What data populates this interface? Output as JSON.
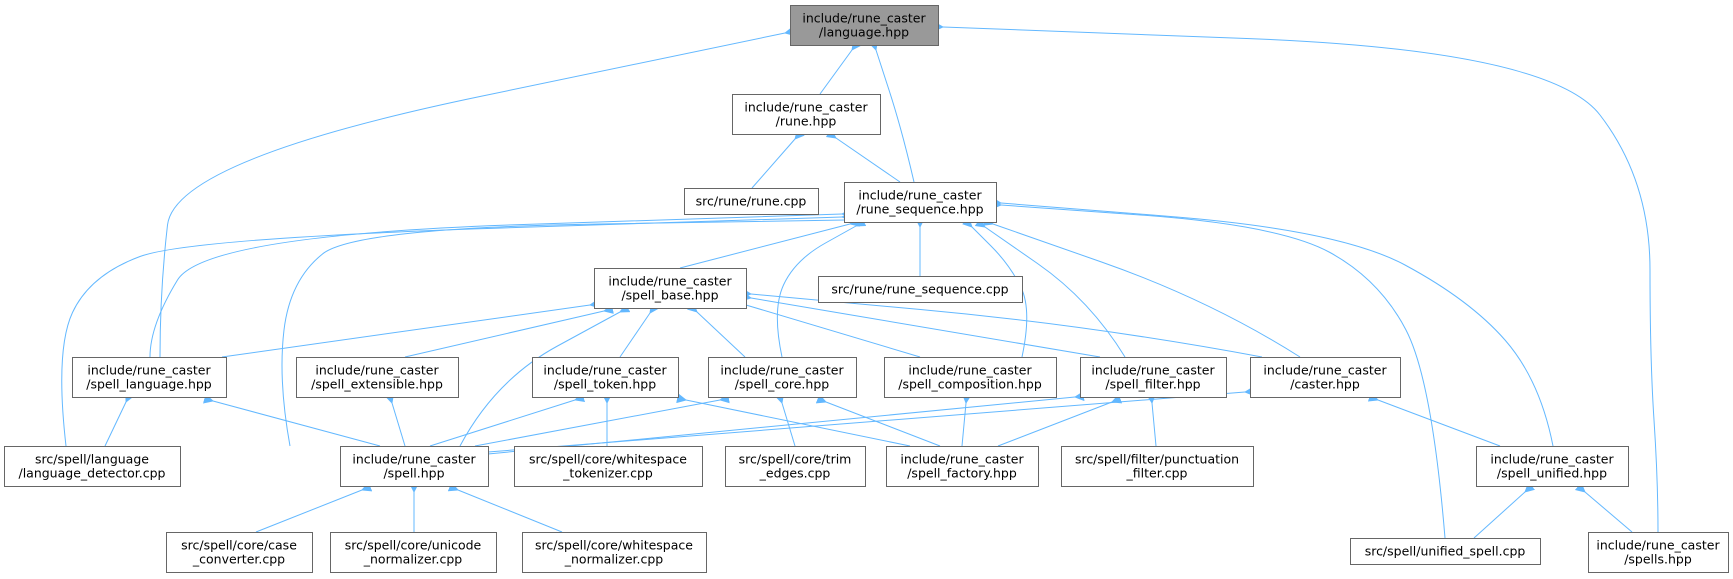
{
  "diagram": {
    "nodes": [
      {
        "id": "language_hpp",
        "lines": [
          "include/rune_caster",
          "/language.hpp"
        ],
        "root": true
      },
      {
        "id": "rune_hpp",
        "lines": [
          "include/rune_caster",
          "/rune.hpp"
        ]
      },
      {
        "id": "rune_cpp",
        "lines": [
          "src/rune/rune.cpp"
        ]
      },
      {
        "id": "rune_sequence_hpp",
        "lines": [
          "include/rune_caster",
          "/rune_sequence.hpp"
        ]
      },
      {
        "id": "rune_sequence_cpp",
        "lines": [
          "src/rune/rune_sequence.cpp"
        ]
      },
      {
        "id": "spell_base_hpp",
        "lines": [
          "include/rune_caster",
          "/spell_base.hpp"
        ]
      },
      {
        "id": "spell_language_hpp",
        "lines": [
          "include/rune_caster",
          "/spell_language.hpp"
        ]
      },
      {
        "id": "spell_extensible_hpp",
        "lines": [
          "include/rune_caster",
          "/spell_extensible.hpp"
        ]
      },
      {
        "id": "spell_token_hpp",
        "lines": [
          "include/rune_caster",
          "/spell_token.hpp"
        ]
      },
      {
        "id": "spell_core_hpp",
        "lines": [
          "include/rune_caster",
          "/spell_core.hpp"
        ]
      },
      {
        "id": "spell_composition_hpp",
        "lines": [
          "include/rune_caster",
          "/spell_composition.hpp"
        ]
      },
      {
        "id": "spell_filter_hpp",
        "lines": [
          "include/rune_caster",
          "/spell_filter.hpp"
        ]
      },
      {
        "id": "caster_hpp",
        "lines": [
          "include/rune_caster",
          "/caster.hpp"
        ]
      },
      {
        "id": "language_detector_cpp",
        "lines": [
          "src/spell/language",
          "/language_detector.cpp"
        ]
      },
      {
        "id": "spell_hpp",
        "lines": [
          "include/rune_caster",
          "/spell.hpp"
        ]
      },
      {
        "id": "whitespace_tokenizer_cpp",
        "lines": [
          "src/spell/core/whitespace",
          "_tokenizer.cpp"
        ]
      },
      {
        "id": "trim_edges_cpp",
        "lines": [
          "src/spell/core/trim",
          "_edges.cpp"
        ]
      },
      {
        "id": "spell_factory_hpp",
        "lines": [
          "include/rune_caster",
          "/spell_factory.hpp"
        ]
      },
      {
        "id": "punctuation_filter_cpp",
        "lines": [
          "src/spell/filter/punctuation",
          "_filter.cpp"
        ]
      },
      {
        "id": "spell_unified_hpp",
        "lines": [
          "include/rune_caster",
          "/spell_unified.hpp"
        ]
      },
      {
        "id": "case_converter_cpp",
        "lines": [
          "src/spell/core/case",
          "_converter.cpp"
        ]
      },
      {
        "id": "unicode_normalizer_cpp",
        "lines": [
          "src/spell/core/unicode",
          "_normalizer.cpp"
        ]
      },
      {
        "id": "whitespace_normalizer_cpp",
        "lines": [
          "src/spell/core/whitespace",
          "_normalizer.cpp"
        ]
      },
      {
        "id": "unified_spell_cpp",
        "lines": [
          "src/spell/unified_spell.cpp"
        ]
      },
      {
        "id": "spells_hpp",
        "lines": [
          "include/rune_caster",
          "/spells.hpp"
        ]
      }
    ],
    "edges": [
      {
        "from": "rune_hpp",
        "to": "language_hpp"
      },
      {
        "from": "rune_sequence_hpp",
        "to": "language_hpp"
      },
      {
        "from": "spell_language_hpp",
        "to": "language_hpp"
      },
      {
        "from": "spells_hpp",
        "to": "language_hpp"
      },
      {
        "from": "rune_cpp",
        "to": "rune_hpp"
      },
      {
        "from": "rune_sequence_hpp",
        "to": "rune_hpp"
      },
      {
        "from": "rune_sequence_cpp",
        "to": "rune_sequence_hpp"
      },
      {
        "from": "spell_base_hpp",
        "to": "rune_sequence_hpp"
      },
      {
        "from": "spell_language_hpp",
        "to": "rune_sequence_hpp"
      },
      {
        "from": "language_detector_cpp",
        "to": "rune_sequence_hpp"
      },
      {
        "from": "spell_hpp",
        "to": "rune_sequence_hpp"
      },
      {
        "from": "spell_core_hpp",
        "to": "rune_sequence_hpp"
      },
      {
        "from": "spell_composition_hpp",
        "to": "rune_sequence_hpp"
      },
      {
        "from": "spell_filter_hpp",
        "to": "rune_sequence_hpp"
      },
      {
        "from": "caster_hpp",
        "to": "rune_sequence_hpp"
      },
      {
        "from": "spell_unified_hpp",
        "to": "rune_sequence_hpp"
      },
      {
        "from": "unified_spell_cpp",
        "to": "rune_sequence_hpp"
      },
      {
        "from": "spell_language_hpp",
        "to": "spell_base_hpp"
      },
      {
        "from": "spell_extensible_hpp",
        "to": "spell_base_hpp"
      },
      {
        "from": "spell_token_hpp",
        "to": "spell_base_hpp"
      },
      {
        "from": "spell_core_hpp",
        "to": "spell_base_hpp"
      },
      {
        "from": "spell_composition_hpp",
        "to": "spell_base_hpp"
      },
      {
        "from": "spell_filter_hpp",
        "to": "spell_base_hpp"
      },
      {
        "from": "caster_hpp",
        "to": "spell_base_hpp"
      },
      {
        "from": "spell_hpp",
        "to": "spell_base_hpp"
      },
      {
        "from": "language_detector_cpp",
        "to": "spell_language_hpp"
      },
      {
        "from": "spell_hpp",
        "to": "spell_language_hpp"
      },
      {
        "from": "spell_hpp",
        "to": "spell_extensible_hpp"
      },
      {
        "from": "spell_hpp",
        "to": "spell_token_hpp"
      },
      {
        "from": "whitespace_tokenizer_cpp",
        "to": "spell_token_hpp"
      },
      {
        "from": "spell_factory_hpp",
        "to": "spell_token_hpp"
      },
      {
        "from": "spell_hpp",
        "to": "spell_core_hpp"
      },
      {
        "from": "trim_edges_cpp",
        "to": "spell_core_hpp"
      },
      {
        "from": "spell_factory_hpp",
        "to": "spell_core_hpp"
      },
      {
        "from": "spell_factory_hpp",
        "to": "spell_composition_hpp"
      },
      {
        "from": "spell_hpp",
        "to": "spell_filter_hpp"
      },
      {
        "from": "spell_factory_hpp",
        "to": "spell_filter_hpp"
      },
      {
        "from": "punctuation_filter_cpp",
        "to": "spell_filter_hpp"
      },
      {
        "from": "spell_hpp",
        "to": "caster_hpp"
      },
      {
        "from": "spell_unified_hpp",
        "to": "caster_hpp"
      },
      {
        "from": "case_converter_cpp",
        "to": "spell_hpp"
      },
      {
        "from": "unicode_normalizer_cpp",
        "to": "spell_hpp"
      },
      {
        "from": "whitespace_normalizer_cpp",
        "to": "spell_hpp"
      },
      {
        "from": "unified_spell_cpp",
        "to": "spell_unified_hpp"
      },
      {
        "from": "spells_hpp",
        "to": "spell_unified_hpp"
      }
    ]
  }
}
